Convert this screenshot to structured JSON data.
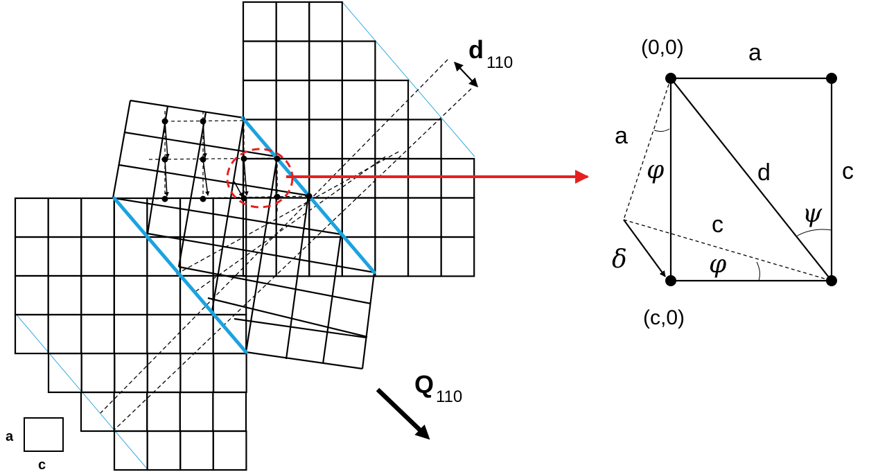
{
  "left_figure": {
    "d_label": "d",
    "d_subscript": "110",
    "q_label": "Q",
    "q_subscript": "110",
    "legend_a": "a",
    "legend_c": "c"
  },
  "right_figure": {
    "corner_top_left": "(0,0)",
    "corner_bottom_left": "(c,0)",
    "top_edge": "a",
    "right_edge": "c",
    "diagonal": "d",
    "left_dashed": "a",
    "bottom_dashed": "c",
    "phi_top": "φ",
    "phi_bottom": "φ",
    "psi": "ψ",
    "delta": "δ"
  },
  "colors": {
    "grid": "#000000",
    "twin_boundary": "#1aa3e0",
    "envelope": "#33aadd",
    "highlight": "#e62020"
  }
}
